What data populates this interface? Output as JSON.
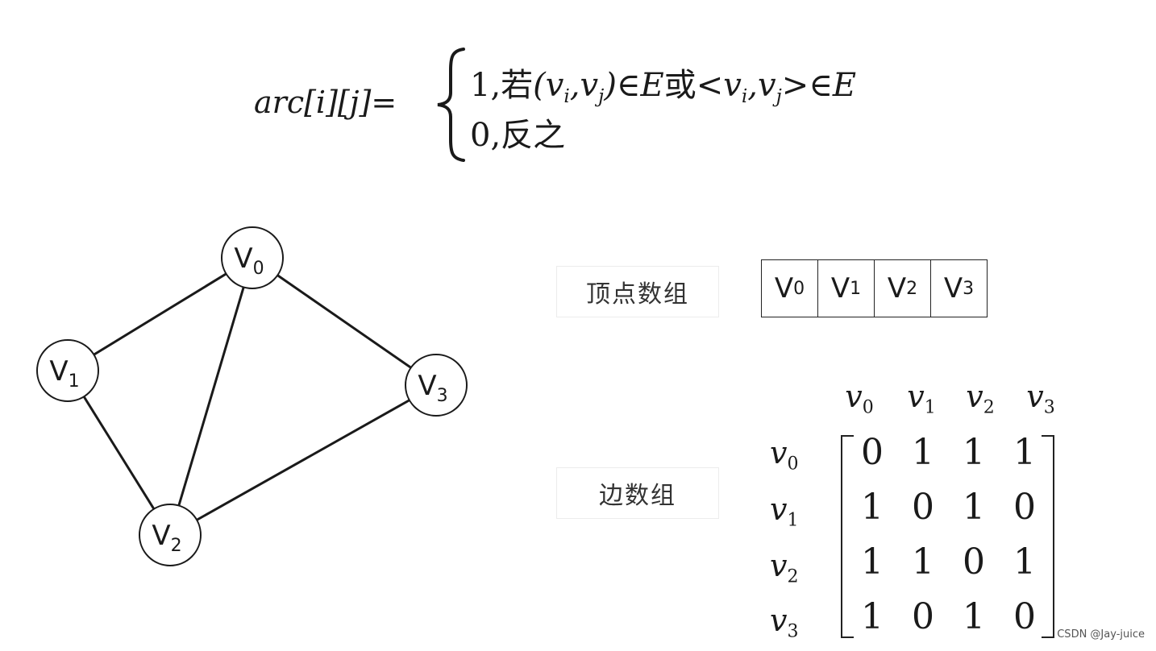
{
  "formula": {
    "lhs": "arc[i][j]=",
    "case1": {
      "value": "1,",
      "word_if": "若",
      "cond_a": "(v",
      "cond_a_sub_i": "i",
      "cond_a_comma": ",v",
      "cond_a_sub_j": "j",
      "cond_a_close": ")",
      "in1": "∈",
      "set1": "E",
      "word_or": "或",
      "cond_b": "<v",
      "cond_b_sub_i": "i",
      "cond_b_comma": ",v",
      "cond_b_sub_j": "j",
      "cond_b_close": ">",
      "in2": "∈",
      "set2": "E"
    },
    "case2": {
      "value": "0,",
      "word_else": "反之"
    }
  },
  "graph": {
    "nodes": [
      {
        "id": "v0",
        "base": "V",
        "sub": "0"
      },
      {
        "id": "v1",
        "base": "V",
        "sub": "1"
      },
      {
        "id": "v2",
        "base": "V",
        "sub": "2"
      },
      {
        "id": "v3",
        "base": "V",
        "sub": "3"
      }
    ],
    "edges": [
      [
        "v0",
        "v1"
      ],
      [
        "v0",
        "v2"
      ],
      [
        "v0",
        "v3"
      ],
      [
        "v1",
        "v2"
      ],
      [
        "v2",
        "v3"
      ]
    ]
  },
  "labels": {
    "vertex_array": "顶点数组",
    "edge_array": "边数组"
  },
  "vertex_array": [
    {
      "base": "V",
      "sub": "0"
    },
    {
      "base": "V",
      "sub": "1"
    },
    {
      "base": "V",
      "sub": "2"
    },
    {
      "base": "V",
      "sub": "3"
    }
  ],
  "matrix": {
    "col_headers": [
      {
        "base": "v",
        "sub": "0"
      },
      {
        "base": "v",
        "sub": "1"
      },
      {
        "base": "v",
        "sub": "2"
      },
      {
        "base": "v",
        "sub": "3"
      }
    ],
    "row_headers": [
      {
        "base": "v",
        "sub": "0"
      },
      {
        "base": "v",
        "sub": "1"
      },
      {
        "base": "v",
        "sub": "2"
      },
      {
        "base": "v",
        "sub": "3"
      }
    ],
    "rows": [
      [
        "0",
        "1",
        "1",
        "1"
      ],
      [
        "1",
        "0",
        "1",
        "0"
      ],
      [
        "1",
        "1",
        "0",
        "1"
      ],
      [
        "1",
        "0",
        "1",
        "0"
      ]
    ]
  },
  "watermark": "CSDN @Jay-juice"
}
